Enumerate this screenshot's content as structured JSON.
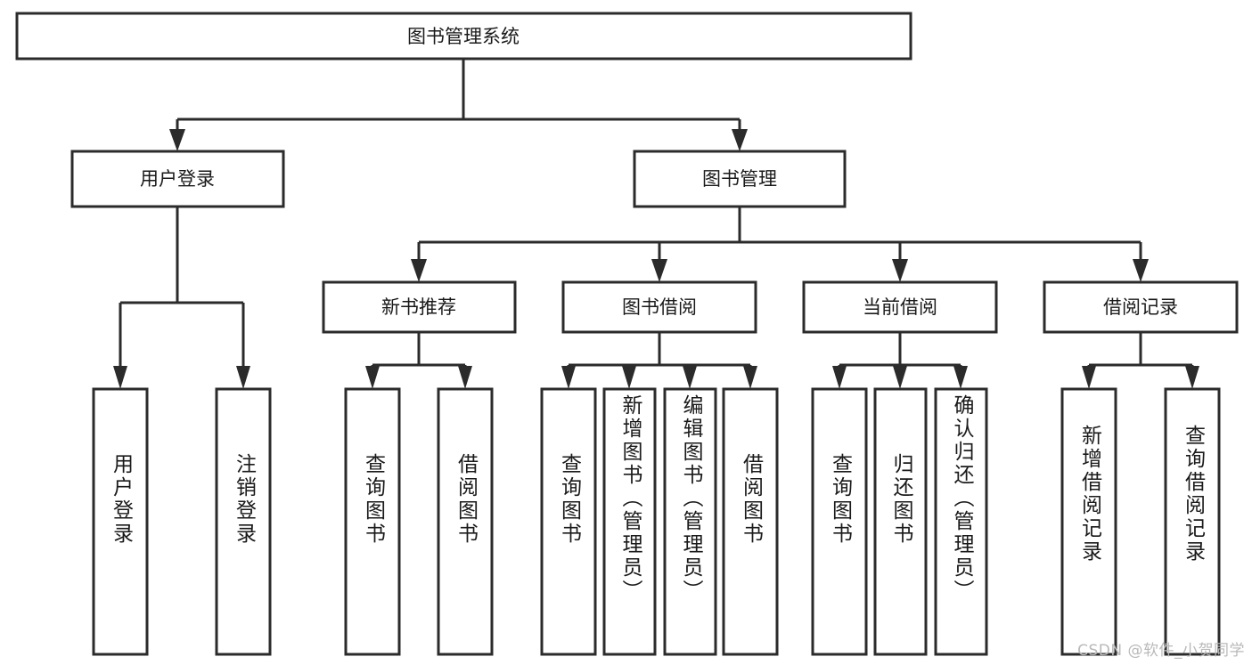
{
  "diagram": {
    "title": "图书管理系统",
    "type": "tree",
    "watermark": "CSDN @软件_小贺同学",
    "colors": {
      "stroke": "#2b2b2b",
      "fill": "#ffffff",
      "text": "#1a1a1a",
      "watermark": "#b9b9b9",
      "background": "#ffffff"
    },
    "root": {
      "id": "root",
      "label": "图书管理系统",
      "orientation": "horizontal"
    },
    "level2": [
      {
        "id": "user-login",
        "label": "用户登录",
        "orientation": "horizontal"
      },
      {
        "id": "book-management",
        "label": "图书管理",
        "orientation": "horizontal"
      }
    ],
    "level3": [
      {
        "id": "new-book-recommend",
        "label": "新书推荐",
        "orientation": "horizontal",
        "parent": "book-management"
      },
      {
        "id": "book-borrow",
        "label": "图书借阅",
        "orientation": "horizontal",
        "parent": "book-management"
      },
      {
        "id": "current-borrow",
        "label": "当前借阅",
        "orientation": "horizontal",
        "parent": "book-management"
      },
      {
        "id": "borrow-record",
        "label": "借阅记录",
        "orientation": "horizontal",
        "parent": "book-management"
      }
    ],
    "leaves": [
      {
        "id": "leaf-user-login",
        "label": "用户登录",
        "orientation": "vertical",
        "parent": "user-login"
      },
      {
        "id": "leaf-logout",
        "label": "注销登录",
        "orientation": "vertical",
        "parent": "user-login"
      },
      {
        "id": "leaf-query-book-1",
        "label": "查询图书",
        "orientation": "vertical",
        "parent": "new-book-recommend"
      },
      {
        "id": "leaf-borrow-book-1",
        "label": "借阅图书",
        "orientation": "vertical",
        "parent": "new-book-recommend"
      },
      {
        "id": "leaf-query-book-2",
        "label": "查询图书",
        "orientation": "vertical",
        "parent": "book-borrow"
      },
      {
        "id": "leaf-add-book",
        "label": "新增图书（管理员）",
        "orientation": "vertical",
        "parent": "book-borrow"
      },
      {
        "id": "leaf-edit-book",
        "label": "编辑图书（管理员）",
        "orientation": "vertical",
        "parent": "book-borrow"
      },
      {
        "id": "leaf-borrow-book-2",
        "label": "借阅图书",
        "orientation": "vertical",
        "parent": "book-borrow"
      },
      {
        "id": "leaf-query-book-3",
        "label": "查询图书",
        "orientation": "vertical",
        "parent": "current-borrow"
      },
      {
        "id": "leaf-return-book",
        "label": "归还图书",
        "orientation": "vertical",
        "parent": "current-borrow"
      },
      {
        "id": "leaf-confirm-return",
        "label": "确认归还（管理员）",
        "orientation": "vertical",
        "parent": "current-borrow"
      },
      {
        "id": "leaf-add-record",
        "label": "新增借阅记录",
        "orientation": "vertical",
        "parent": "borrow-record"
      },
      {
        "id": "leaf-query-record",
        "label": "查询借阅记录",
        "orientation": "vertical",
        "parent": "borrow-record"
      }
    ]
  }
}
